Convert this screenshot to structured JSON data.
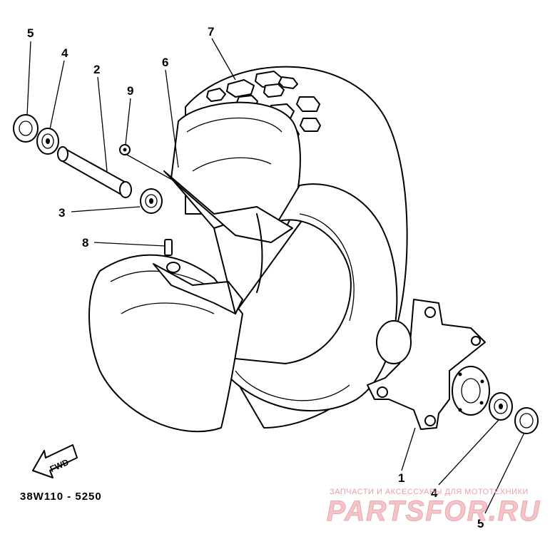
{
  "diagram": {
    "callouts": [
      "5",
      "4",
      "2",
      "9",
      "6",
      "7",
      "3",
      "8",
      "1",
      "4",
      "5"
    ],
    "drawing_code": "38W110 - 5250",
    "fwd_label": "FWD"
  },
  "watermark": {
    "top_text": "ЗАПЧАСТИ И АКСЕССУАРЫ ДЛЯ МОТОТЕХНИКИ",
    "logo_text": "PARTSFOR.RU"
  }
}
